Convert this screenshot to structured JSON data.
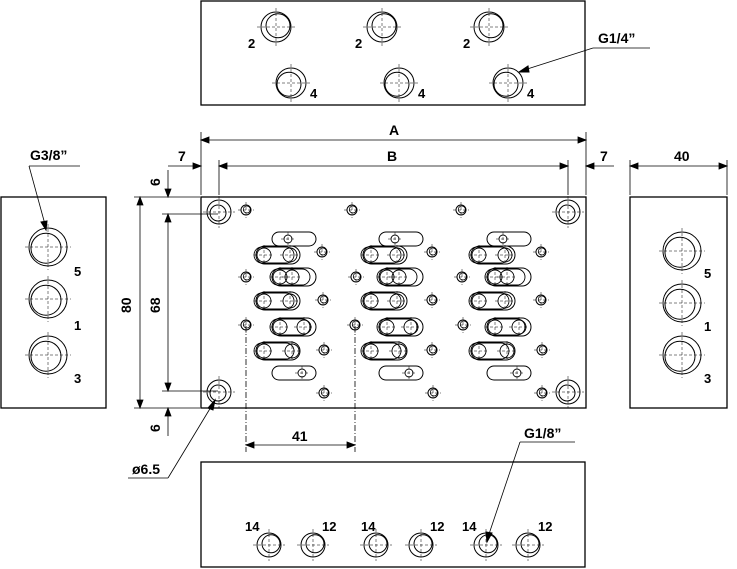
{
  "callouts": {
    "g14": "G1/4”",
    "g38": "G3/8”",
    "g18": "G1/8”",
    "hole": "ø6.5"
  },
  "dims": {
    "a": "A",
    "b": "B",
    "seven": "7",
    "forty": "40",
    "six": "6",
    "eighty": "80",
    "sixtyeight": "68",
    "fortyone": "41"
  },
  "ports": {
    "p1": "1",
    "p2": "2",
    "p3": "3",
    "p4": "4",
    "p5": "5",
    "p12": "12",
    "p14": "14"
  }
}
